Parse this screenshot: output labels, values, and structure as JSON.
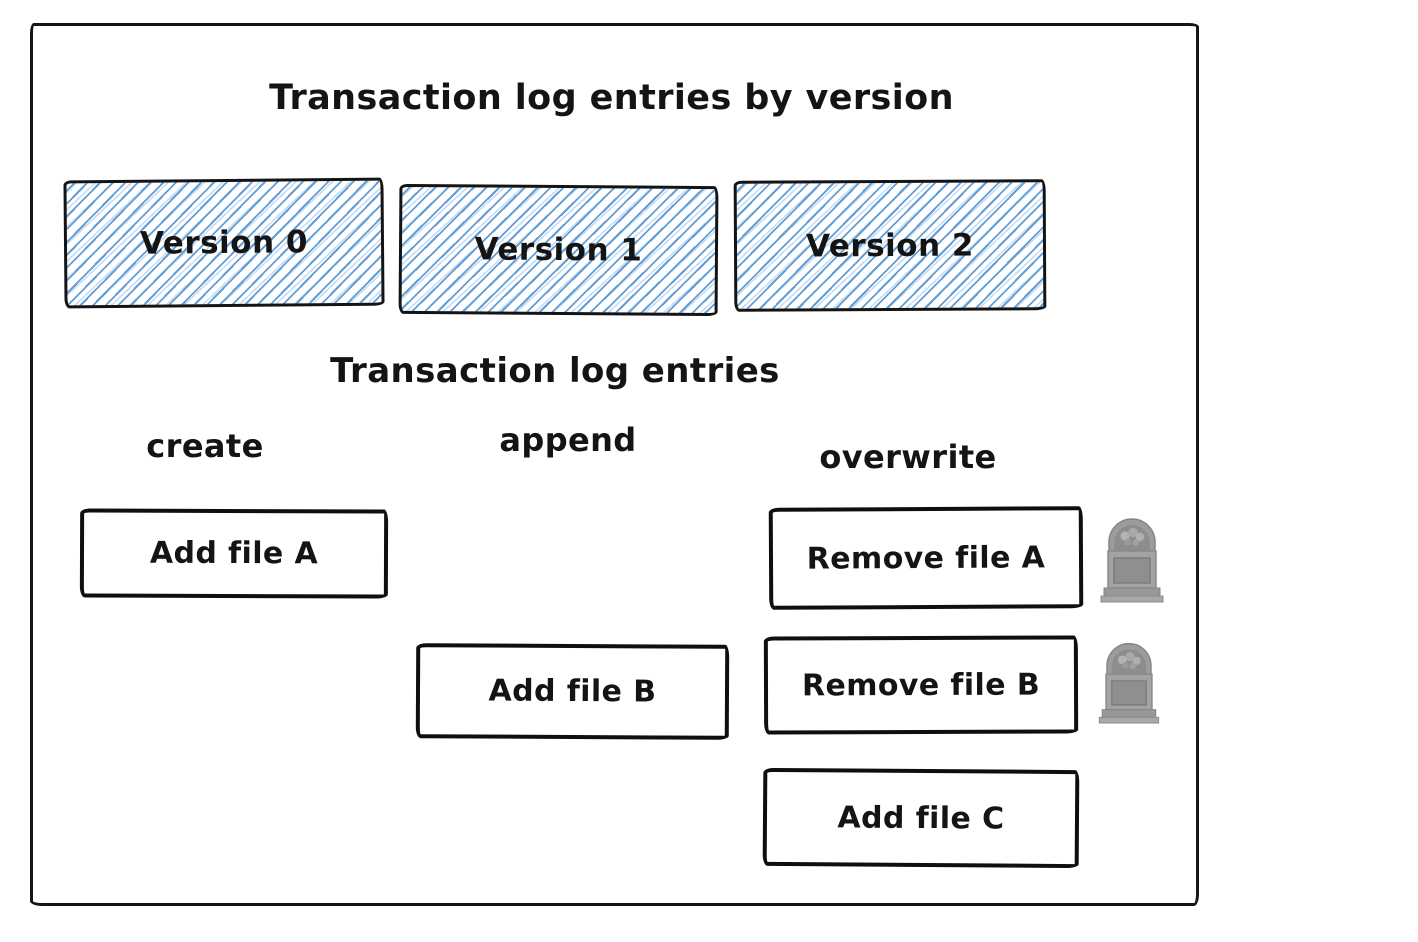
{
  "diagram": {
    "title": "Transaction log entries by version",
    "subtitle": "Transaction log entries",
    "versions": [
      {
        "label": "Version 0"
      },
      {
        "label": "Version 1"
      },
      {
        "label": "Version 2"
      }
    ],
    "columns": [
      {
        "label": "create"
      },
      {
        "label": "append"
      },
      {
        "label": "overwrite"
      }
    ],
    "entries": [
      {
        "label": "Add file A",
        "column": "create",
        "row": 1,
        "tombstone": false
      },
      {
        "label": "Remove file A",
        "column": "overwrite",
        "row": 1,
        "tombstone": true
      },
      {
        "label": "Add file B",
        "column": "append",
        "row": 2,
        "tombstone": false
      },
      {
        "label": "Remove file B",
        "column": "overwrite",
        "row": 2,
        "tombstone": true
      },
      {
        "label": "Add file C",
        "column": "overwrite",
        "row": 3,
        "tombstone": false
      }
    ],
    "icons": {
      "tombstone": "headstone marking removed file"
    },
    "colors": {
      "stroke": "#141414",
      "hatch_blue": "#5496d4",
      "tombstone_gray": "#a3a3a3",
      "background": "#ffffff"
    }
  }
}
